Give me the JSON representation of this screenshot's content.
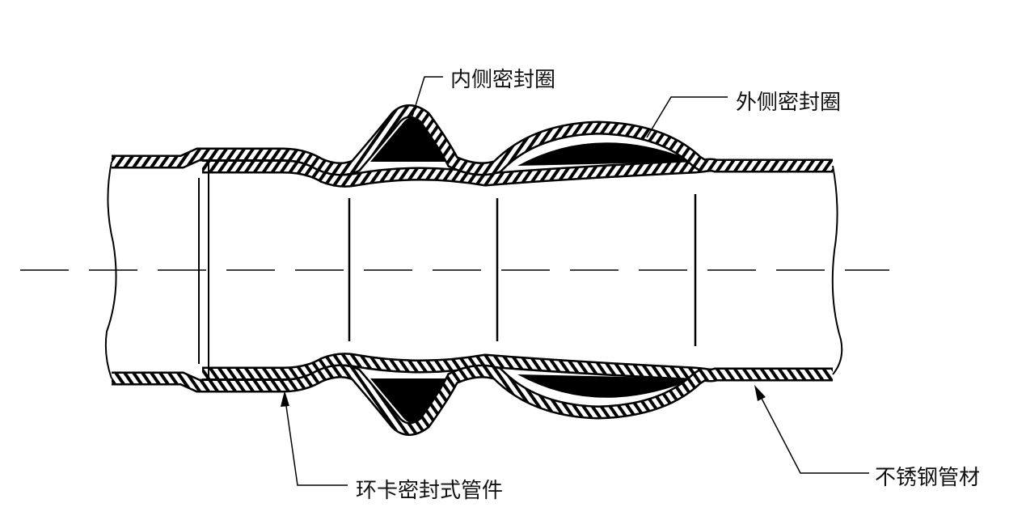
{
  "labels": {
    "inner_seal": "内侧密封圈",
    "outer_seal": "外侧密封圈",
    "fitting": "环卡密封式管件",
    "pipe": "不锈钢管材"
  },
  "colors": {
    "line": "#000000",
    "background": "#ffffff"
  }
}
